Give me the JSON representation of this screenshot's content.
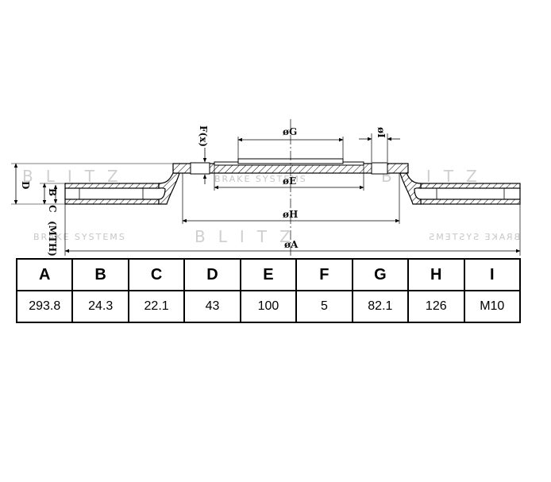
{
  "watermark": {
    "brand": "BLITZ",
    "tagline": "BRAKE SYSTEMS"
  },
  "drawing": {
    "labels": {
      "dim_a": "øA",
      "dim_b": "B",
      "dim_c": "C",
      "dim_d": "D",
      "dim_e": "øE",
      "dim_f": "F(x)",
      "dim_g": "øG",
      "dim_h": "øH",
      "dim_i": "øI",
      "min_thickness": "(MTH)"
    }
  },
  "table": {
    "headers": [
      "A",
      "B",
      "C",
      "D",
      "E",
      "F",
      "G",
      "H",
      "I"
    ],
    "values": [
      "293.8",
      "24.3",
      "22.1",
      "43",
      "100",
      "5",
      "82.1",
      "126",
      "M10"
    ]
  }
}
